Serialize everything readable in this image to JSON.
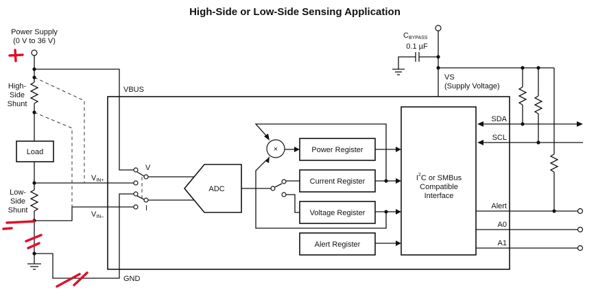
{
  "title": "High-Side or Low-Side Sensing Application",
  "power_supply": {
    "label": "Power Supply",
    "range": "(0 V to 36 V)"
  },
  "left": {
    "high_side_shunt": [
      "High-",
      "Side",
      "Shunt"
    ],
    "low_side_shunt": [
      "Low-",
      "Side",
      "Shunt"
    ],
    "load": "Load",
    "vin_plus": {
      "main": "V",
      "sub": "IN+"
    },
    "vin_minus": {
      "main": "V",
      "sub": "IN–"
    }
  },
  "chip": {
    "vbus": "VBUS",
    "gnd": "GND",
    "switch_v": "V",
    "switch_i": "I",
    "adc": "ADC",
    "multiplier": "×",
    "registers": [
      "Power Register",
      "Current Register",
      "Voltage Register",
      "Alert Register"
    ],
    "interface": {
      "sup": "2",
      "line1": "I",
      "line1b": "C or SMBus",
      "line2": "Compatible",
      "line3": "Interface"
    }
  },
  "supply": {
    "cbypass": {
      "main": "C",
      "sub": "BYPASS"
    },
    "cap_value": "0.1 µF",
    "vs": "VS",
    "vs_desc": "(Supply Voltage)"
  },
  "pins": {
    "sda": "SDA",
    "scl": "SCL",
    "alert": "Alert",
    "a0": "A0",
    "a1": "A1"
  },
  "annotations": {
    "color": "#e0102a",
    "marks": [
      "plus",
      "minus",
      "break",
      "break"
    ]
  }
}
